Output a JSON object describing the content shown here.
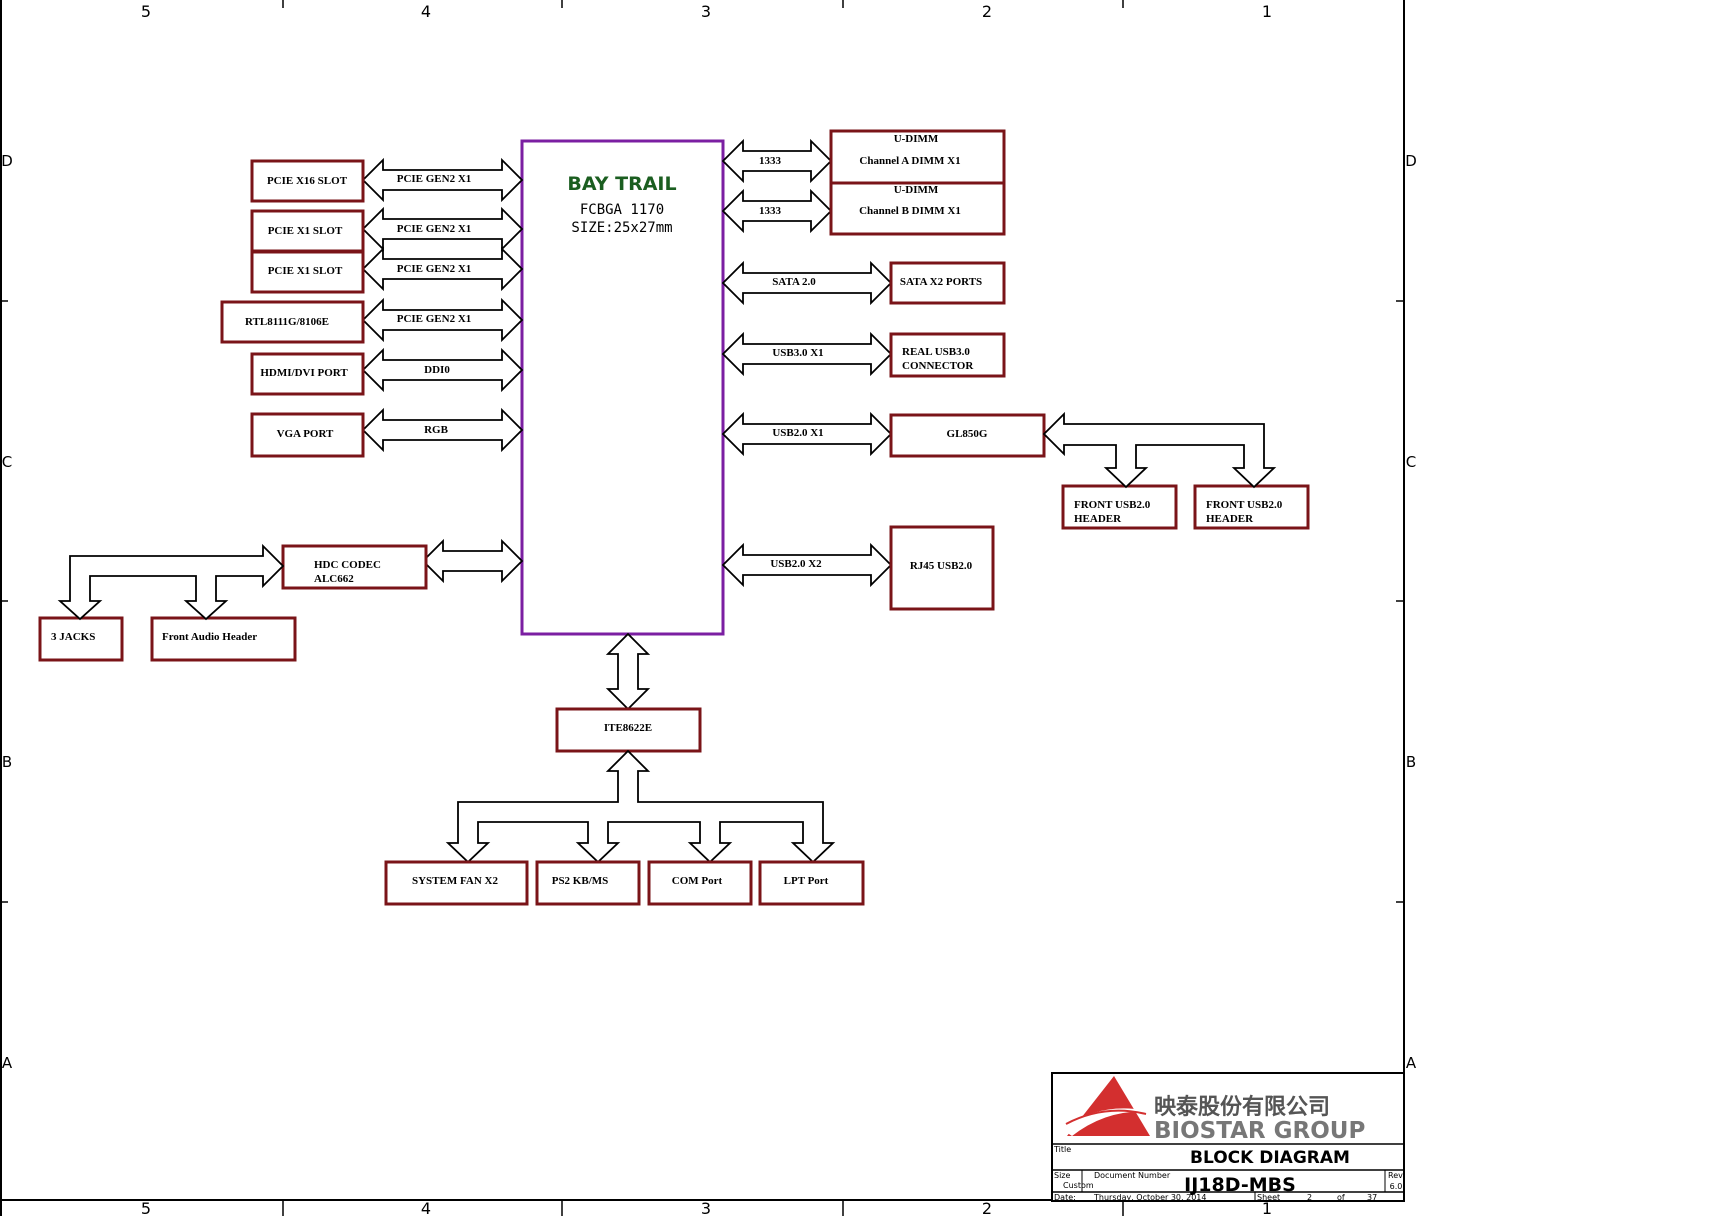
{
  "border": {
    "columns": [
      "5",
      "4",
      "3",
      "2",
      "1"
    ],
    "rows": [
      "D",
      "C",
      "B",
      "A"
    ]
  },
  "soc": {
    "name": "BAY TRAIL",
    "package": "FCBGA 1170",
    "size": "SIZE:25x27mm",
    "color": "#7b1fa2",
    "name_color": "#1b5e20"
  },
  "left_blocks": {
    "pcie_x16": "PCIE X16 SLOT",
    "pcie_x1_a": "PCIE X1 SLOT",
    "pcie_x1_b": "PCIE X1 SLOT",
    "rtl": "RTL8111G/8106E",
    "hdmi": "HDMI/DVI PORT",
    "vga": "VGA PORT",
    "codec_line1": "HDC CODEC",
    "codec_line2": "ALC662",
    "jacks": "3 JACKS",
    "front_audio": "Front Audio Header"
  },
  "left_links": {
    "pcie_x16": "PCIE GEN2 X1",
    "pcie_x1_a": "PCIE GEN2 X1",
    "pcie_x1_b": "PCIE GEN2 X1",
    "rtl": "PCIE GEN2 X1",
    "hdmi": "DDI0",
    "vga": "RGB"
  },
  "right_blocks": {
    "dimm_a_type": "U-DIMM",
    "dimm_a": "Channel A DIMM X1",
    "dimm_b_type": "U-DIMM",
    "dimm_b": "Channel B DIMM X1",
    "sata": "SATA X2 PORTS",
    "usb3_line1": "REAL USB3.0",
    "usb3_line2": "CONNECTOR",
    "gl850g": "GL850G",
    "front_usb_a_line1": "FRONT USB2.0",
    "front_usb_a_line2": "HEADER",
    "front_usb_b_line1": "FRONT USB2.0",
    "front_usb_b_line2": "HEADER",
    "rj45": "RJ45 USB2.0"
  },
  "right_links": {
    "dimm_a": "1333",
    "dimm_b": "1333",
    "sata": "SATA 2.0",
    "usb3": "USB3.0 X1",
    "usb2_hub": "USB2.0 X1",
    "usb2_rj45": "USB2.0 X2"
  },
  "bottom_blocks": {
    "ite": "ITE8622E",
    "fan": "SYSTEM FAN X2",
    "ps2": "PS2 KB/MS",
    "com": "COM Port",
    "lpt": "LPT Port"
  },
  "title_block": {
    "company_chinese": "映泰股份有限公司",
    "company_english": "BIOSTAR GROUP",
    "title_label": "Title",
    "title": "BLOCK DIAGRAM",
    "size_label": "Size",
    "size_value": "Custom",
    "doc_label": "Document Number",
    "doc_number": "IJ18D-MBS",
    "rev_label": "Rev",
    "rev_value": "6.0",
    "date_label": "Date:",
    "date_value": "Thursday, October 30, 2014",
    "sheet_label": "Sheet",
    "sheet_value": "2",
    "of_label": "of",
    "of_value": "37",
    "logo_color": "#d32f2f"
  },
  "colors": {
    "box_border": "#7a1418",
    "frame": "#000000"
  }
}
